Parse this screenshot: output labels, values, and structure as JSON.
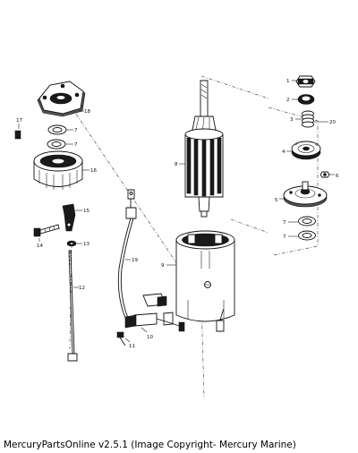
{
  "diagram": {
    "callouts": [
      "1",
      "2",
      "3",
      "4",
      "5",
      "6",
      "7",
      "7",
      "7",
      "7",
      "8",
      "9",
      "10",
      "11",
      "12",
      "13",
      "14",
      "15",
      "16",
      "17",
      "18",
      "19",
      "20"
    ]
  },
  "caption": "MercuryPartsOnline v2.5.1 (Image Copyright- Mercury Marine)"
}
